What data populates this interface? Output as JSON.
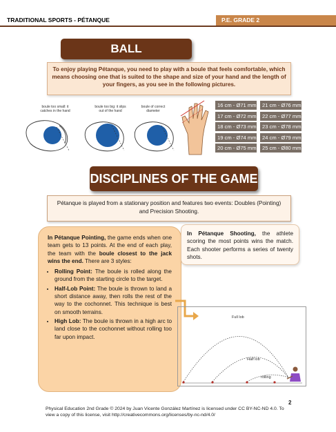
{
  "header": {
    "left": "TRADITIONAL SPORTS - PÉTANQUE",
    "right": "P.E. GRADE 2"
  },
  "ball_specs": {
    "title": "BALL SPECIFICATIONS",
    "intro": "To enjoy playing Pétanque, you need to play with a boule that feels comfortable, which means choosing one that is suited to the shape and size of your hand and the length of your fingers, as you see in the following pictures.",
    "captions": [
      "boule too small: it catches in the hand",
      "boule too big: it slips out of the hand",
      "boule of correct diameter"
    ],
    "sizes": [
      [
        "16 cm - Ø71 mm",
        "21 cm - Ø76 mm"
      ],
      [
        "17 cm - Ø72 mm",
        "22 cm - Ø77 mm"
      ],
      [
        "18 cm - Ø73 mm",
        "23 cm - Ø78 mm"
      ],
      [
        "19 cm - Ø74 mm",
        "24 cm - Ø79 mm"
      ],
      [
        "20 cm - Ø75 mm",
        "25 cm - Ø80 mm"
      ]
    ]
  },
  "disciplines": {
    "title": "DISCIPLINES OF THE GAME",
    "intro": "Pétanque is played from a stationary position and features two events: Doubles (Pointing) and Precision Shooting.",
    "pointing": {
      "lead_bold": "In Pétanque Pointing,",
      "lead_1": " the game ends when one team gets to 13 points. At the end of each play, the team with the ",
      "lead_bold2": "boule closest to the jack wins the end.",
      "lead_2": " There are 3 styles:",
      "styles": [
        {
          "name": "Rolling Point:",
          "desc": " The boule is rolled along the ground from the starting circle to the target."
        },
        {
          "name": "Half-Lob Point:",
          "desc": " The boule is thrown to land a short distance away, then rolls the rest of the way to the cochonnet. This technique is best on smooth terrains."
        },
        {
          "name": "High Lob:",
          "desc": " The boule is thrown in a high arc to land close to the cochonnet without rolling too far upon impact."
        }
      ]
    },
    "shooting": {
      "lead_bold": "In Pétanque Shooting,",
      "text": " the athlete scoring the most points wins the match. Each shooter performs a series of twenty shots."
    },
    "trajectory_labels": {
      "full": "Full lob",
      "half": "Half lob",
      "rolling": "rolling"
    }
  },
  "page_number": "2",
  "footer": "Physical Education 2nd Grade © 2024 by Juan Vicente González Martínez is licensed under CC BY-NC-ND 4.0. To view a copy of this license, visit http://creativecommons.org/licenses/by-nc-nd/4.0/",
  "colors": {
    "brown": "#6b3518",
    "peach": "#fbd4a6",
    "ball_blue": "#1f5fa8",
    "size_gray": "#7a6f66"
  }
}
